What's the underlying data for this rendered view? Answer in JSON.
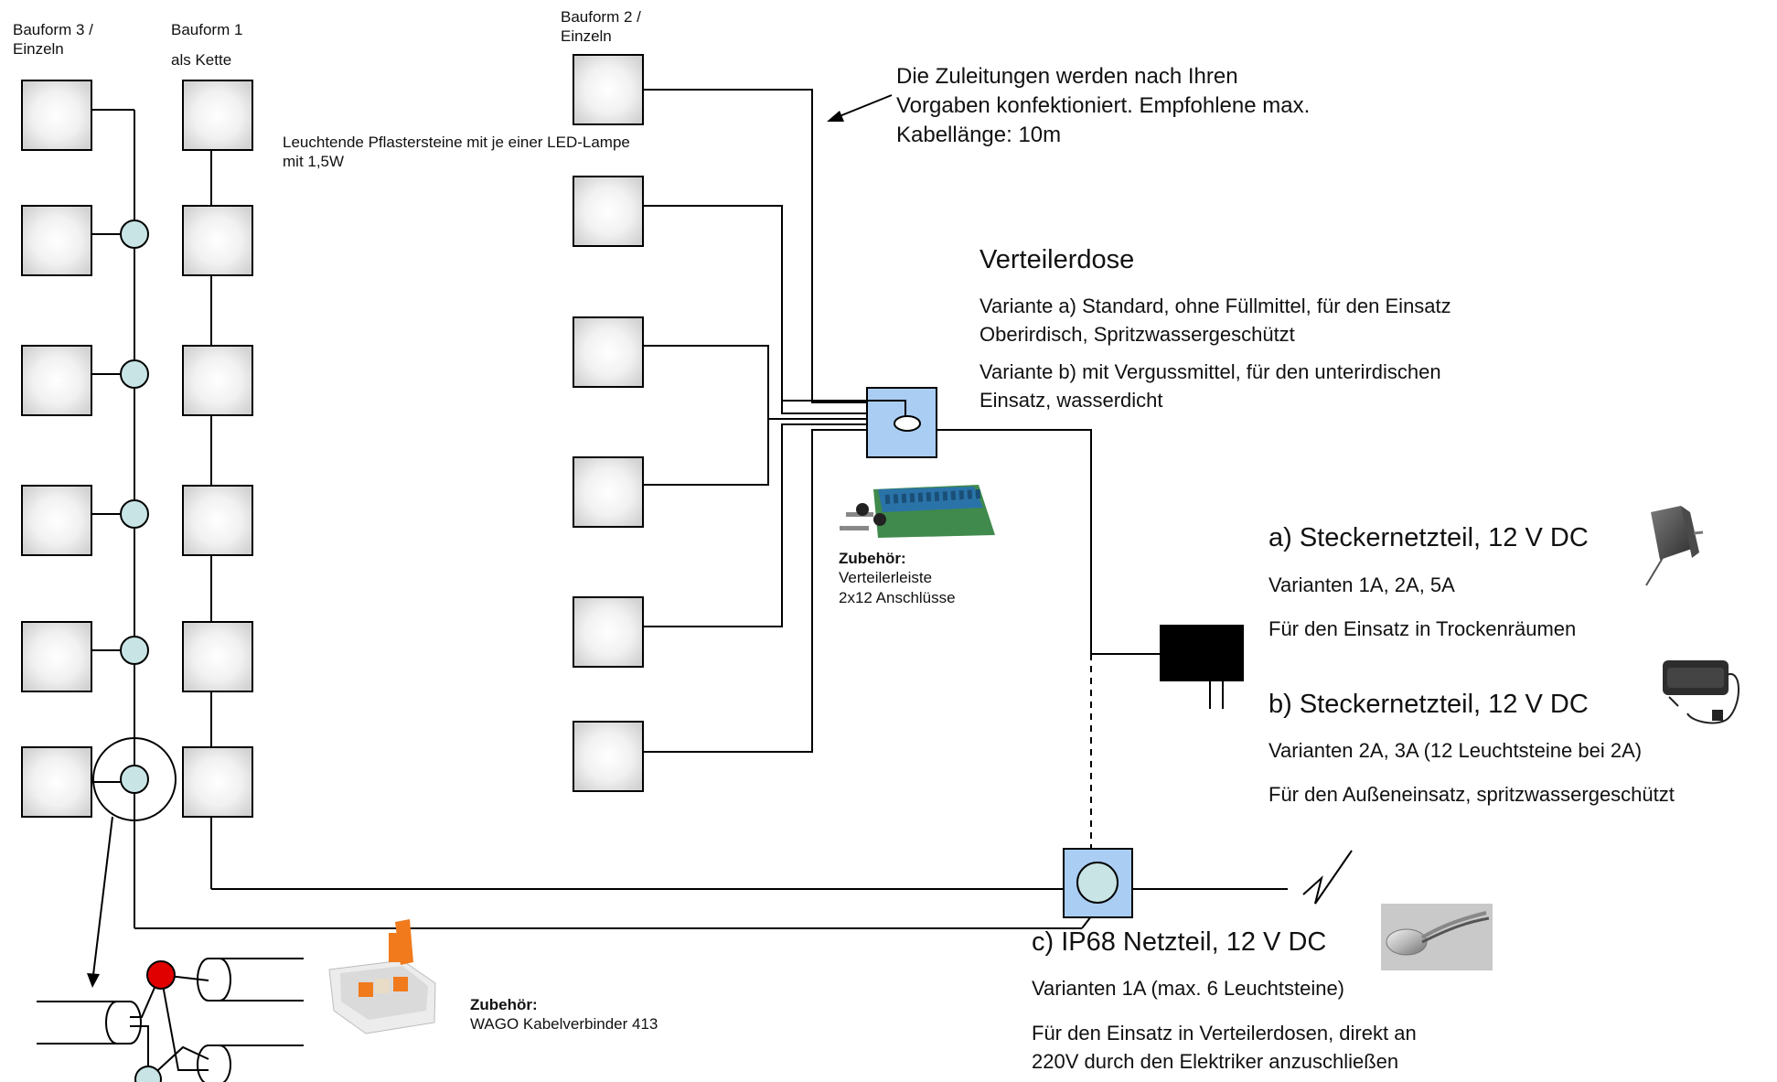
{
  "labels": {
    "bauform3": [
      "Bauform 3 /",
      "Einzeln"
    ],
    "bauform1": [
      "Bauform 1",
      "als Kette"
    ],
    "bauform2": [
      "Bauform 2 /",
      "Einzeln"
    ],
    "leuchtend": [
      "Leuchtende Pflastersteine mit je einer LED-Lampe",
      "mit 1,5W"
    ],
    "zuleitungen": [
      "Die Zuleitungen werden nach Ihren",
      "Vorgaben konfektioniert. Empfohlene max.",
      "Kabellänge: 10m"
    ]
  },
  "verteilerdose": {
    "title": "Verteilerdose",
    "variant_a": [
      "Variante a) Standard, ohne Füllmittel, für den Einsatz",
      "Oberirdisch, Spritzwassergeschützt"
    ],
    "variant_b": [
      "Variante b) mit Vergussmittel, für den unterirdischen",
      "Einsatz, wasserdicht"
    ]
  },
  "zubehoer_verteiler": {
    "heading": "Zubehör:",
    "lines": [
      "Verteilerleiste",
      "2x12 Anschlüsse"
    ]
  },
  "netzteil_a": {
    "title": "a) Steckernetzteil, 12 V DC",
    "line1": "Varianten 1A, 2A, 5A",
    "line2": "Für den Einsatz in Trockenräumen"
  },
  "netzteil_b": {
    "title": "b) Steckernetzteil, 12 V DC",
    "line1": "Varianten 2A, 3A (12 Leuchtsteine bei 2A)",
    "line2": "Für den Außeneinsatz, spritzwassergeschützt"
  },
  "netzteil_c": {
    "title": "c) IP68 Netzteil, 12 V DC",
    "line1": "Varianten 1A (max. 6 Leuchtsteine)",
    "line2": [
      "Für den Einsatz in Verteilerdosen, direkt an",
      "220V durch den Elektriker anzuschließen"
    ]
  },
  "zubehoer_wago": {
    "heading": "Zubehör:",
    "line": "WAGO Kabelverbinder 413"
  },
  "colors": {
    "junction": "#c8e4e4",
    "box": "#a9cdf3",
    "red_dot": "#e00000",
    "wago_orange": "#f07a1c"
  }
}
